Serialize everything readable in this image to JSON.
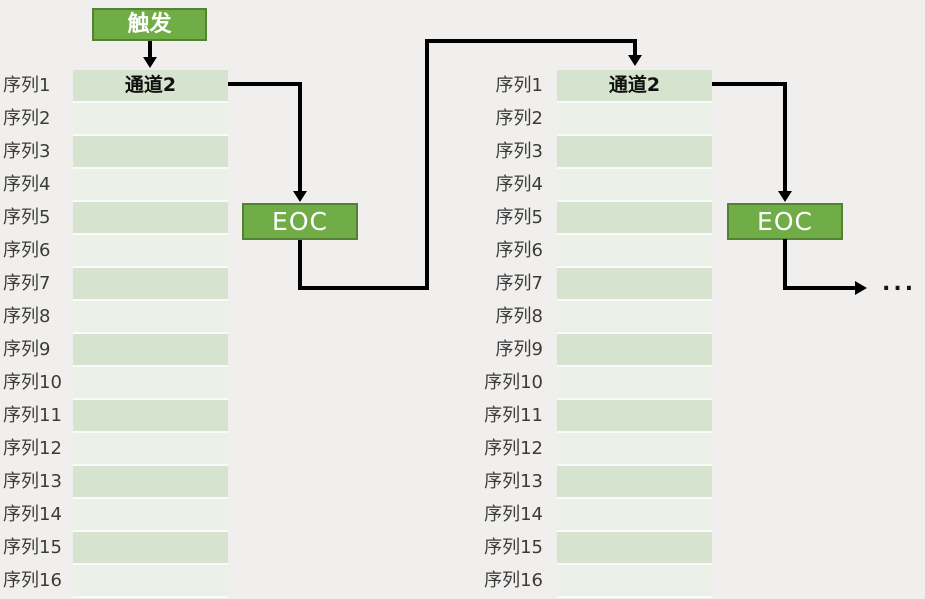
{
  "trigger": {
    "label": "触发"
  },
  "eoc": {
    "label": "EOC"
  },
  "ellipsis": "...",
  "colors": {
    "accent-green": "#70ad47",
    "green-border": "#548235",
    "row-dark": "#d6e3ce",
    "row-light": "#ebf1e8",
    "row-sep": "#fbfaf8",
    "arrow": "#000000",
    "bg": "#f0efed",
    "label-text": "#3b3b3b"
  },
  "tables": {
    "left": {
      "rows": [
        {
          "label": "序列1",
          "value": "通道2"
        },
        {
          "label": "序列2",
          "value": ""
        },
        {
          "label": "序列3",
          "value": ""
        },
        {
          "label": "序列4",
          "value": ""
        },
        {
          "label": "序列5",
          "value": ""
        },
        {
          "label": "序列6",
          "value": ""
        },
        {
          "label": "序列7",
          "value": ""
        },
        {
          "label": "序列8",
          "value": ""
        },
        {
          "label": "序列9",
          "value": ""
        },
        {
          "label": "序列10",
          "value": ""
        },
        {
          "label": "序列11",
          "value": ""
        },
        {
          "label": "序列12",
          "value": ""
        },
        {
          "label": "序列13",
          "value": ""
        },
        {
          "label": "序列14",
          "value": ""
        },
        {
          "label": "序列15",
          "value": ""
        },
        {
          "label": "序列16",
          "value": ""
        }
      ]
    },
    "right": {
      "rows": [
        {
          "label": "序列1",
          "value": "通道2"
        },
        {
          "label": "序列2",
          "value": ""
        },
        {
          "label": "序列3",
          "value": ""
        },
        {
          "label": "序列4",
          "value": ""
        },
        {
          "label": "序列5",
          "value": ""
        },
        {
          "label": "序列6",
          "value": ""
        },
        {
          "label": "序列7",
          "value": ""
        },
        {
          "label": "序列8",
          "value": ""
        },
        {
          "label": "序列9",
          "value": ""
        },
        {
          "label": "序列10",
          "value": ""
        },
        {
          "label": "序列11",
          "value": ""
        },
        {
          "label": "序列12",
          "value": ""
        },
        {
          "label": "序列13",
          "value": ""
        },
        {
          "label": "序列14",
          "value": ""
        },
        {
          "label": "序列15",
          "value": ""
        },
        {
          "label": "序列16",
          "value": ""
        }
      ]
    }
  }
}
